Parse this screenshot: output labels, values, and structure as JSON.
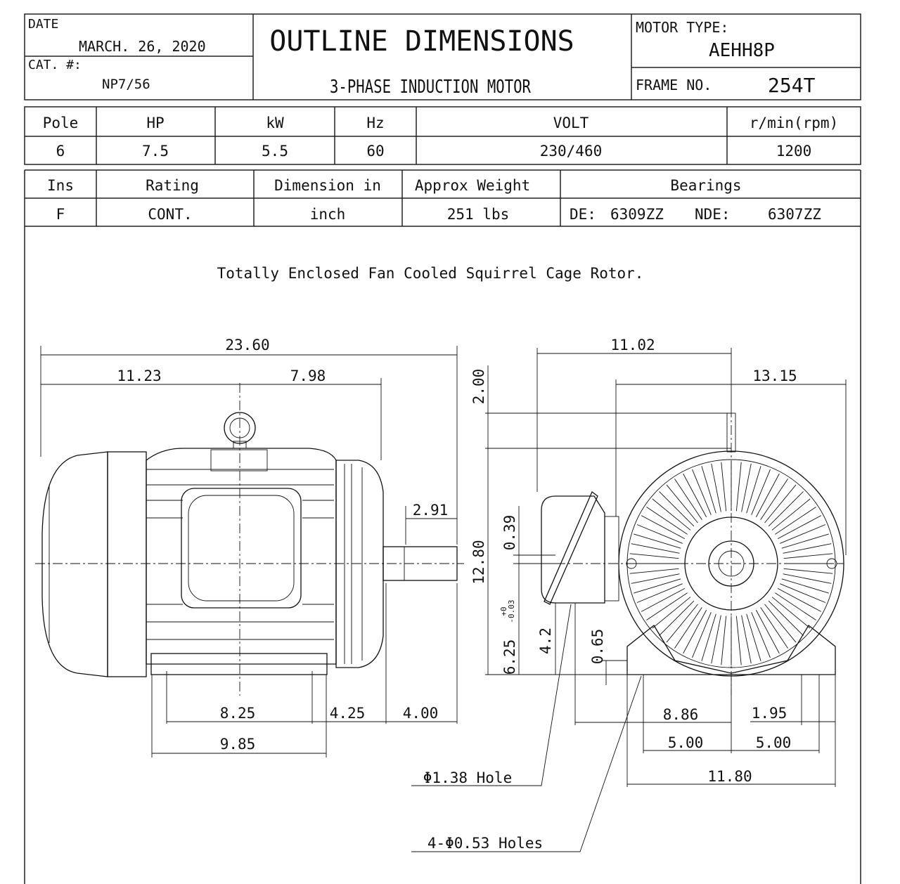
{
  "header": {
    "date_label": "DATE",
    "date": "MARCH. 26, 2020",
    "cat_label": "CAT. #:",
    "cat": "NP7/56",
    "title": "OUTLINE DIMENSIONS",
    "subtitle": "3-PHASE INDUCTION MOTOR",
    "motor_type_label": "MOTOR TYPE:",
    "motor_type": "AEHH8P",
    "frame_label": "FRAME NO.",
    "frame": "254T"
  },
  "specs": {
    "headers": [
      "Pole",
      "HP",
      "kW",
      "Hz",
      "VOLT",
      "r/min(rpm)"
    ],
    "values": [
      "6",
      "7.5",
      "5.5",
      "60",
      "230/460",
      "1200"
    ]
  },
  "specs2": {
    "headers": [
      "Ins",
      "Rating",
      "Dimension in",
      "Approx Weight",
      "Bearings"
    ],
    "values": [
      "F",
      "CONT.",
      "inch",
      "251 lbs"
    ],
    "bearing_de_label": "DE:",
    "bearing_de": "6309ZZ",
    "bearing_nde_label": "NDE:",
    "bearing_nde": "6307ZZ"
  },
  "description": "Totally Enclosed Fan Cooled Squirrel Cage Rotor.",
  "side_view": {
    "overall_length": "23.60",
    "to_center": "11.23",
    "center_to_face": "7.98",
    "shaft_ext": "2.91",
    "feet_spacing": "8.25",
    "foot_to_shoulder": "4.25",
    "shaft_len": "4.00",
    "base_len": "9.85"
  },
  "end_view": {
    "width_to_center": "11.02",
    "center_to_right": "13.15",
    "eyebolt": "2.00",
    "height": "12.80",
    "key": "0.39",
    "shaft_height": "6.25",
    "shaft_tol_plus": "+0",
    "shaft_tol_minus": "-0.03",
    "conduit_height": "4.2",
    "foot_height": "0.65",
    "conduit_offset": "8.86",
    "foot_edge": "1.95",
    "half_left": "5.00",
    "half_right": "5.00",
    "base_width": "11.80",
    "hole_conduit": "Φ1.38 Hole",
    "hole_mount": "4-Φ0.53 Holes"
  }
}
